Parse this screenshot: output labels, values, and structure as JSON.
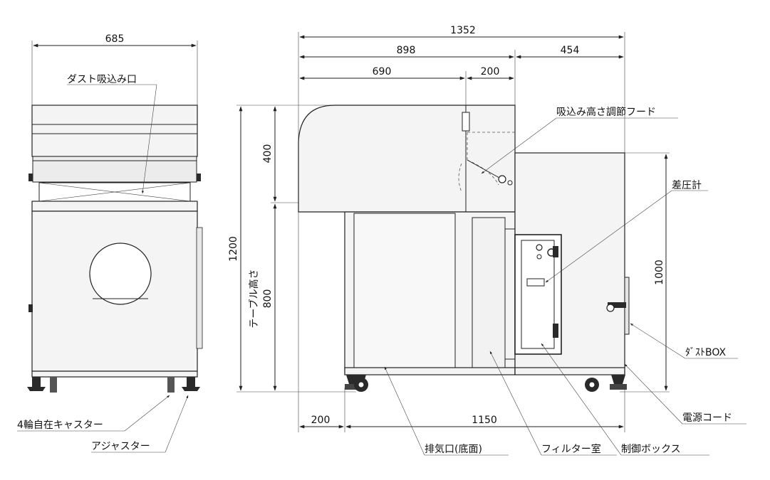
{
  "front_view": {
    "width_dim": "685",
    "label_intake": "ダスト吸込み口",
    "label_casters": "4輪自在キャスター",
    "label_adjuster": "アジャスター"
  },
  "side_view": {
    "total_width": "1352",
    "hood_width": "898",
    "box_width": "454",
    "table_width": "690",
    "hood_depth": "200",
    "hood_height": "400",
    "total_height": "1200",
    "table_height_label": "テーブル高さ",
    "table_height": "800",
    "box_height": "1000",
    "overhang": "200",
    "base_length": "1150",
    "label_hood": "吸込み高さ調節フード",
    "label_gauge": "差圧計",
    "label_dustbox": "ﾀﾞｽﾄBOX",
    "label_power": "電源コード",
    "label_control": "制御ボックス",
    "label_filter": "フィルター室",
    "label_exhaust": "排気口(底面)"
  }
}
